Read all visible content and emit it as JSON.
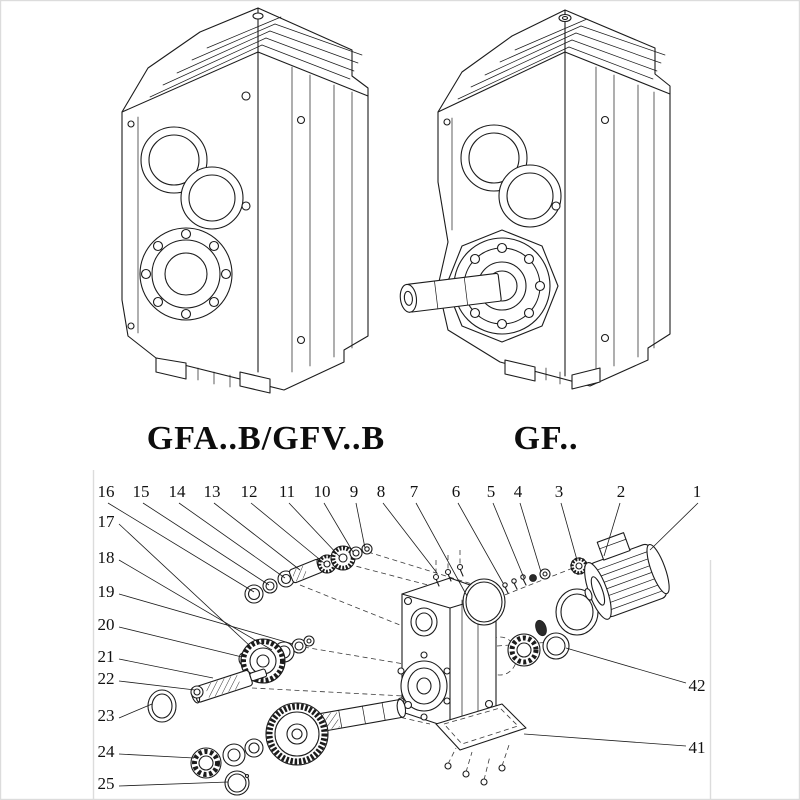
{
  "page": {
    "background": "#ffffff",
    "ink": "#1c1c1c"
  },
  "figures": {
    "left_label": "GFA..B/GFV..B",
    "right_label": "GF.."
  },
  "exploded": {
    "top_numbers": [
      "16",
      "15",
      "14",
      "13",
      "12",
      "11",
      "10",
      "9",
      "8",
      "7",
      "6",
      "5",
      "4",
      "3",
      "2",
      "1"
    ],
    "left_numbers": [
      "17",
      "18",
      "19",
      "20",
      "21",
      "22",
      "23",
      "24",
      "25"
    ],
    "right_numbers": [
      "42",
      "41"
    ]
  }
}
